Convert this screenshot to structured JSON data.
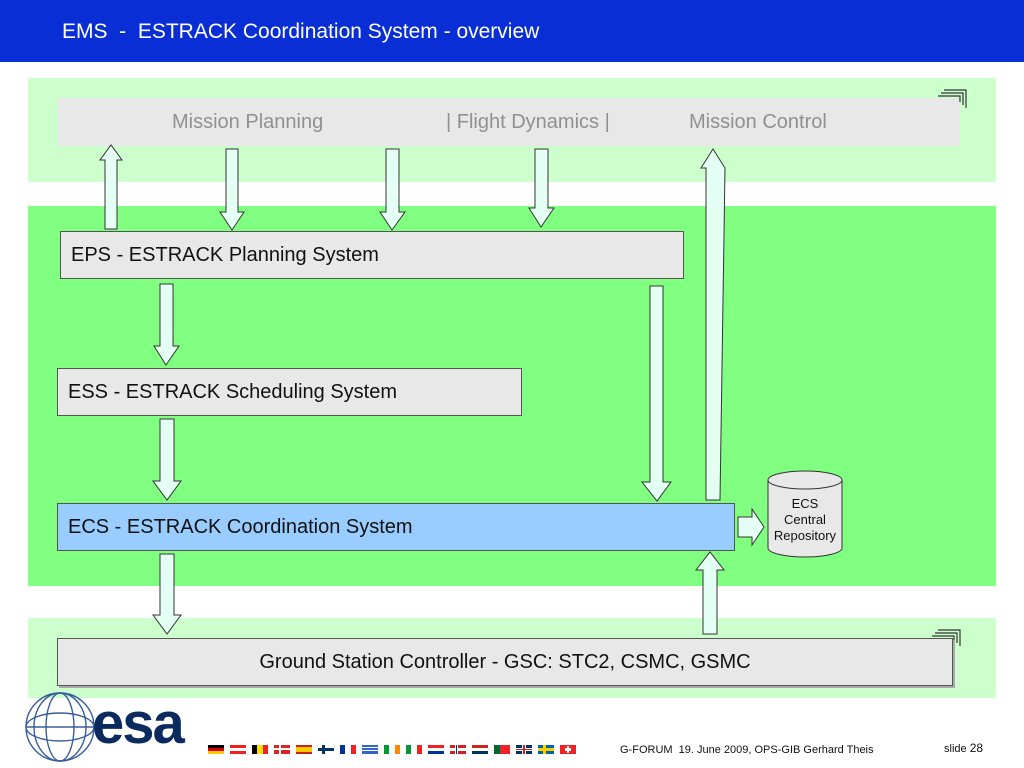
{
  "title": "EMS  -  ESTRACK Coordination System - overview",
  "top_systems": {
    "mission_planning": "Mission Planning",
    "flight_dynamics": "| Flight Dynamics |",
    "mission_control": "Mission Control"
  },
  "eps": {
    "abbr": "EPS",
    "desc": " - ESTRACK Planning System"
  },
  "ess": {
    "abbr": "ESS",
    "desc": " - ESTRACK Scheduling System"
  },
  "ecs": {
    "abbr": "ECS",
    "desc": " - ESTRACK Coordination System"
  },
  "repository": {
    "line1": "ECS",
    "line2": "Central",
    "line3": "Repository"
  },
  "gsc": {
    "label": "Ground Station Controller - GSC: STC2, CSMC, GSMC"
  },
  "footer": {
    "logo": "esa",
    "text": "G-FORUM  19. June 2009, OPS-GIB Gerhard Theis",
    "slide_label": "slide",
    "slide_number": "28"
  },
  "colors": {
    "title_bar": "#0a2ed6",
    "band_light": "#ccffcc",
    "band_green": "#80ff80",
    "ecs_box": "#99ccff",
    "arrow_fill": "#e4fff4"
  }
}
